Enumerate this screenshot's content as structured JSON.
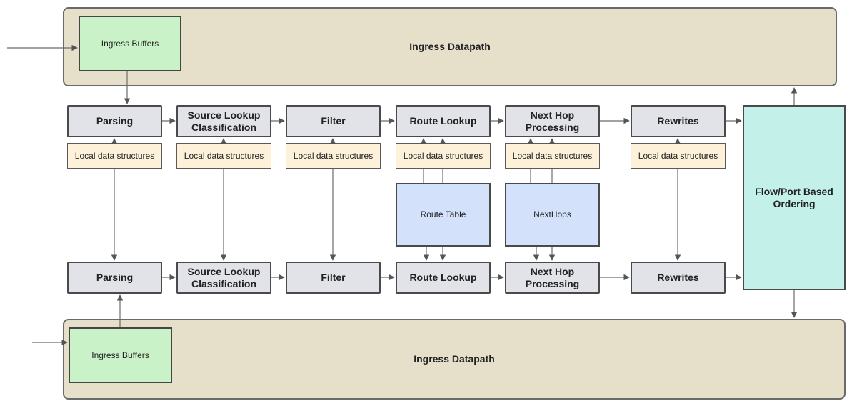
{
  "top": {
    "datapath_label": "Ingress Datapath",
    "buffers_label": "Ingress Buffers"
  },
  "bottom": {
    "datapath_label": "Ingress Datapath",
    "buffers_label": "Ingress Buffers"
  },
  "pipeline_top": [
    {
      "label": "Parsing",
      "local": "Local data structures"
    },
    {
      "label": "Source Lookup Classification",
      "local": "Local data structures"
    },
    {
      "label": "Filter",
      "local": "Local data structures"
    },
    {
      "label": "Route Lookup",
      "local": "Local data structures"
    },
    {
      "label": "Next Hop Processing",
      "local": "Local data structures"
    },
    {
      "label": "Rewrites",
      "local": "Local data structures"
    }
  ],
  "pipeline_bottom": [
    {
      "label": "Parsing"
    },
    {
      "label": "Source Lookup Classification"
    },
    {
      "label": "Filter"
    },
    {
      "label": "Route Lookup"
    },
    {
      "label": "Next Hop Processing"
    },
    {
      "label": "Rewrites"
    }
  ],
  "shared_tables": {
    "route_table": "Route Table",
    "nexthops": "NextHops"
  },
  "ordering_label": "Flow/Port Based Ordering"
}
